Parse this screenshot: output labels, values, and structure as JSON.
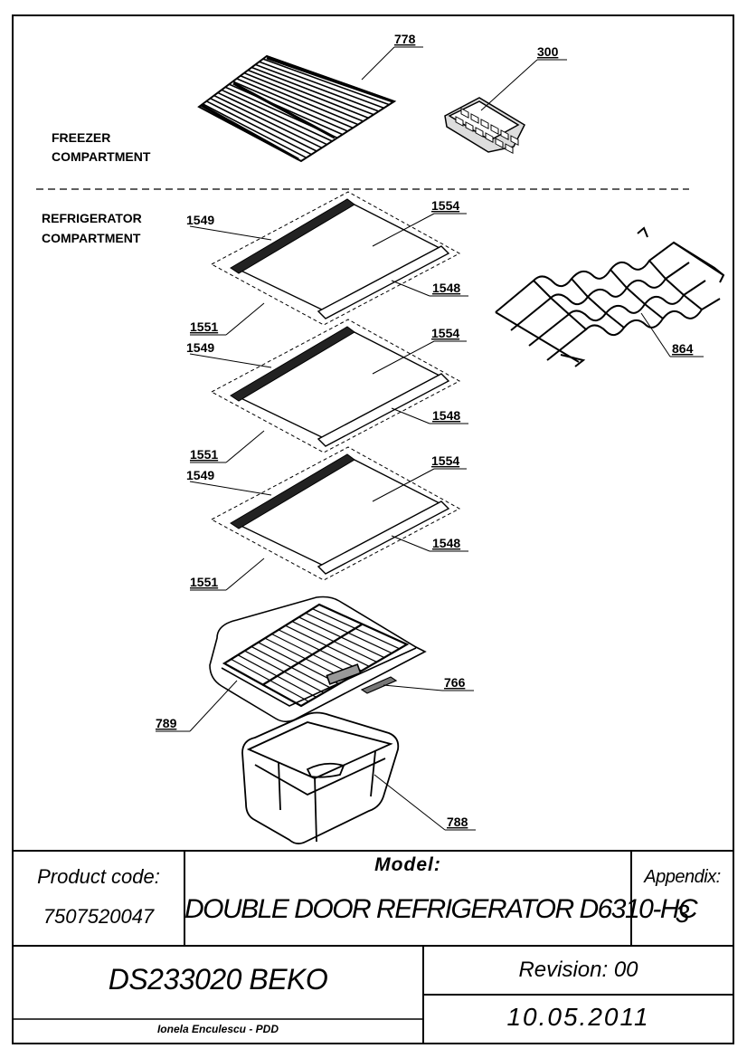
{
  "sections": {
    "freezer": [
      "FREEZER",
      "COMPARTMENT"
    ],
    "refrigerator": [
      "REFRIGERATOR",
      "COMPARTMENT"
    ]
  },
  "parts": {
    "p778": "778",
    "p300": "300",
    "p1549": "1549",
    "p1554": "1554",
    "p1548": "1548",
    "p1551": "1551",
    "p864": "864",
    "p766": "766",
    "p789": "789",
    "p788": "788"
  },
  "title_block": {
    "product_code_label": "Product code:",
    "product_code": "7507520047",
    "model_label": "Model:",
    "model": "DOUBLE DOOR REFRIGERATOR D6310-HC",
    "appendix_label": "Appendix:",
    "appendix": "3",
    "document_code": "DS233020 BEKO",
    "revision": "Revision: 00",
    "date": "10.05.2011",
    "author": "Ionela Enculescu - PDD"
  }
}
